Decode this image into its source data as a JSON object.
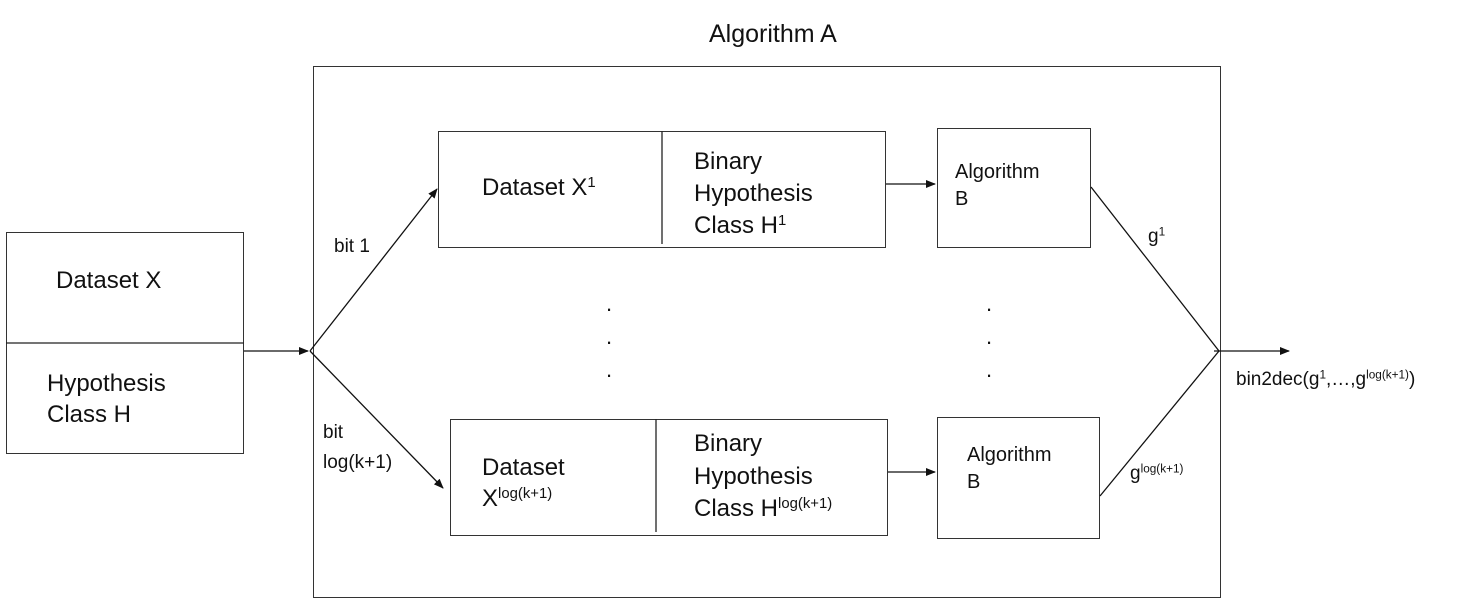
{
  "title": "Algorithm A",
  "input": {
    "dataset": "Dataset X",
    "hypothesis_line1": "Hypothesis",
    "hypothesis_line2": "Class H"
  },
  "branches": [
    {
      "edge_label_1": "bit 1",
      "edge_label_2": "",
      "dataset_label": "Dataset X",
      "dataset_sup": "1",
      "binary_line1": "Binary",
      "binary_line2": "Hypothesis",
      "binary_line3": "Class H",
      "binary_sup": "1",
      "algorithm_line1": "Algorithm",
      "algorithm_line2": "B",
      "output_label": "g",
      "output_sup": "1"
    },
    {
      "edge_label_1": "bit",
      "edge_label_2": "log(k+1)",
      "dataset_line1": "Dataset",
      "dataset_line2": "X",
      "dataset_sup": "log(k+1)",
      "binary_line1": "Binary",
      "binary_line2": "Hypothesis",
      "binary_line3": "Class H",
      "binary_sup": "log(k+1)",
      "algorithm_line1": "Algorithm",
      "algorithm_line2": "B",
      "output_label": "g",
      "output_sup": "log(k+1)"
    }
  ],
  "ellipsis": ".",
  "output": {
    "prefix": "bin2dec(g",
    "sup1": "1",
    "middle": ",…,g",
    "sup2": "log(k+1)",
    "suffix": ")"
  }
}
